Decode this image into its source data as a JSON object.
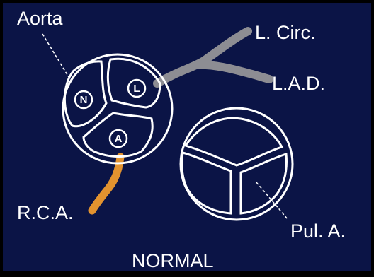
{
  "colors": {
    "background": "#0b1446",
    "outline": "#ffffff",
    "coronary_left": "#8d8d93",
    "coronary_right": "#e3932f",
    "frame": "#000000"
  },
  "labels": {
    "aorta": "Aorta",
    "left_circumflex": "L. Circ.",
    "lad": "L.A.D.",
    "rca": "R.C.A.",
    "pulmonary_artery": "Pul. A.",
    "caption": "NORMAL"
  },
  "aortic_cusps": {
    "noncoronary": "N",
    "left": "L",
    "right": "A"
  }
}
